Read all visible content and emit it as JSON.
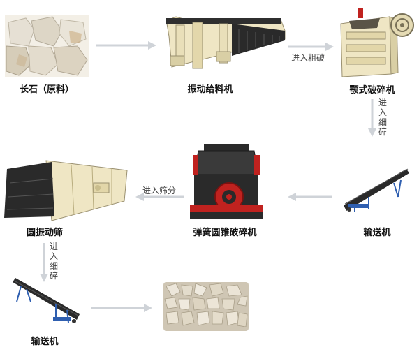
{
  "nodes": {
    "raw_material": {
      "label": "长石（原料）"
    },
    "vibrating_feeder": {
      "label": "振动给料机"
    },
    "jaw_crusher": {
      "label": "颚式破碎机"
    },
    "conveyor_1": {
      "label": "输送机"
    },
    "spring_cone_crusher": {
      "label": "弹簧圆锥破碎机"
    },
    "circular_screen": {
      "label": "圆振动筛"
    },
    "conveyor_2": {
      "label": "输送机"
    },
    "final_product": {
      "label": ""
    }
  },
  "steps": {
    "coarse_crush": "进入粗破",
    "fine_crush_1": "进入细碎",
    "screening": "进入筛分",
    "fine_crush_2": "进入细碎"
  },
  "colors": {
    "arrow": "#cfd3d8",
    "stone": "#d9d2c3",
    "machine_cream": "#efe6c4",
    "machine_dark": "#2a2a2a",
    "machine_red": "#c0221f",
    "conveyor_blue": "#2f5fb0"
  }
}
